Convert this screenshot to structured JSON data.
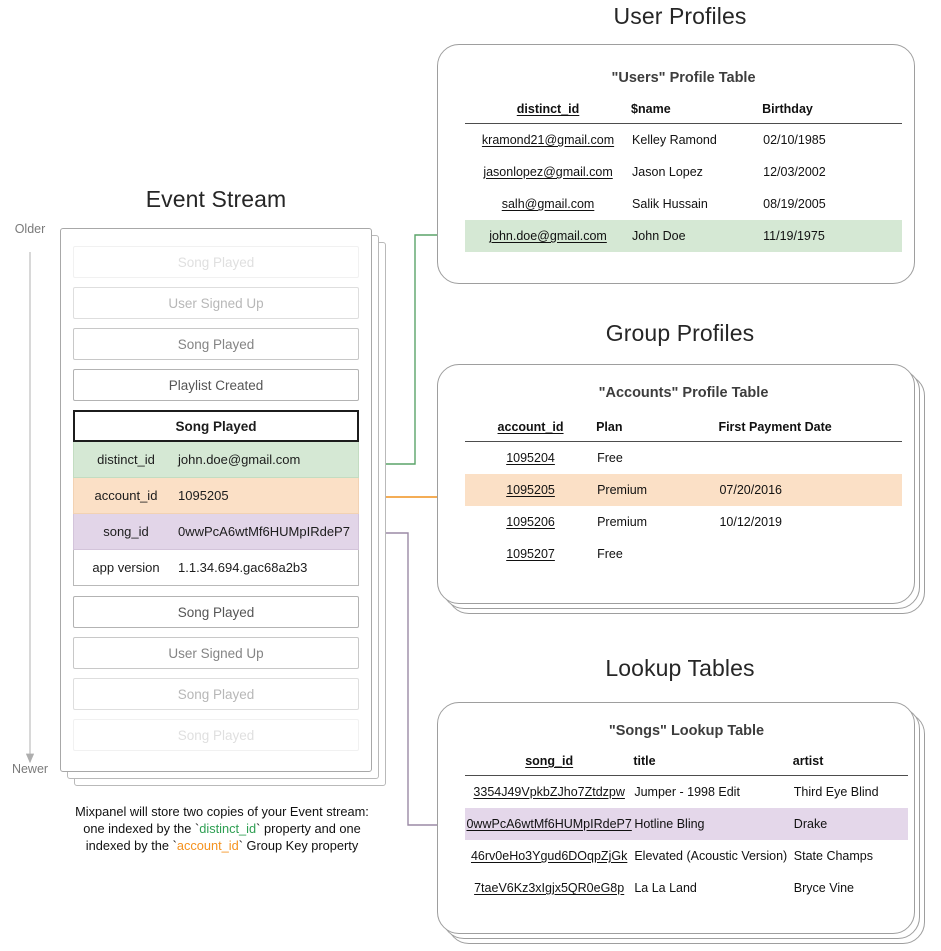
{
  "sections": {
    "event_stream_title": "Event Stream",
    "user_profiles_title": "User Profiles",
    "group_profiles_title": "Group Profiles",
    "lookup_tables_title": "Lookup Tables"
  },
  "time_axis": {
    "older": "Older",
    "newer": "Newer"
  },
  "event_stream": {
    "before_events": [
      {
        "label": "Song Played",
        "fade": "f05"
      },
      {
        "label": "User Signed Up",
        "fade": "f35"
      },
      {
        "label": "Song Played",
        "fade": "f65"
      },
      {
        "label": "Playlist Created",
        "fade": "f100"
      }
    ],
    "expanded_event": {
      "name": "Song Played",
      "rows": [
        {
          "key": "distinct_id",
          "value": "john.doe@gmail.com",
          "color": "ev-green"
        },
        {
          "key": "account_id",
          "value": "1095205",
          "color": "ev-orange"
        },
        {
          "key": "song_id",
          "value": "0wwPcA6wtMf6HUMpIRdeP7",
          "color": "ev-purple"
        },
        {
          "key": "app version",
          "value": "1.1.34.694.gac68a2b3",
          "color": "ev-plain"
        }
      ]
    },
    "after_events": [
      {
        "label": "Song Played",
        "fade": "f100"
      },
      {
        "label": "User Signed Up",
        "fade": "f65"
      },
      {
        "label": "Song Played",
        "fade": "f35"
      },
      {
        "label": "Song Played",
        "fade": "f05"
      }
    ]
  },
  "caption": {
    "line1": "Mixpanel will store two copies of your Event stream:",
    "line2_a": "one indexed by the `",
    "line2_key": "distinct_id",
    "line2_b": "` property and one",
    "line3_a": "indexed by the `",
    "line3_key": "account_id",
    "line3_b": "` Group Key property"
  },
  "users_table": {
    "title": "\"Users\" Profile Table",
    "columns": [
      "distinct_id",
      "$name",
      "Birthday"
    ],
    "rows": [
      {
        "cells": [
          "kramond21@gmail.com",
          "Kelley Ramond",
          "02/10/1985"
        ],
        "highlight": ""
      },
      {
        "cells": [
          "jasonlopez@gmail.com",
          "Jason Lopez",
          "12/03/2002"
        ],
        "highlight": ""
      },
      {
        "cells": [
          "salh@gmail.com",
          "Salik Hussain",
          "08/19/2005"
        ],
        "highlight": ""
      },
      {
        "cells": [
          "john.doe@gmail.com",
          "John Doe",
          "11/19/1975"
        ],
        "highlight": "hl-green"
      }
    ]
  },
  "accounts_table": {
    "title": "\"Accounts\" Profile Table",
    "columns": [
      "account_id",
      "Plan",
      "First Payment Date"
    ],
    "rows": [
      {
        "cells": [
          "1095204",
          "Free",
          ""
        ],
        "highlight": ""
      },
      {
        "cells": [
          "1095205",
          "Premium",
          "07/20/2016"
        ],
        "highlight": "hl-orange"
      },
      {
        "cells": [
          "1095206",
          "Premium",
          "10/12/2019"
        ],
        "highlight": ""
      },
      {
        "cells": [
          "1095207",
          "Free",
          ""
        ],
        "highlight": ""
      }
    ]
  },
  "songs_table": {
    "title": "\"Songs\" Lookup Table",
    "columns": [
      "song_id",
      "title",
      "artist"
    ],
    "rows": [
      {
        "cells": [
          "3354J49VpkbZJho7Ztdzpw",
          "Jumper - 1998 Edit",
          "Third Eye Blind"
        ],
        "highlight": ""
      },
      {
        "cells": [
          "0wwPcA6wtMf6HUMpIRdeP7",
          "Hotline Bling",
          "Drake"
        ],
        "highlight": "hl-purple"
      },
      {
        "cells": [
          "46rv0eHo3Ygud6DOqpZjGk",
          "Elevated (Acoustic Version)",
          "State Champs"
        ],
        "highlight": ""
      },
      {
        "cells": [
          "7taeV6Kz3xIgjx5QR0eG8p",
          "La La Land",
          "Bryce Vine"
        ],
        "highlight": ""
      }
    ]
  },
  "colors": {
    "green_highlight": "#d5e8d4",
    "orange_highlight": "#fbe0c6",
    "purple_highlight": "#e4d7ea",
    "green_arrow": "#5aa469",
    "orange_arrow": "#f0921e",
    "purple_arrow": "#9b8aa6",
    "card_border": "#9e9e9e"
  }
}
